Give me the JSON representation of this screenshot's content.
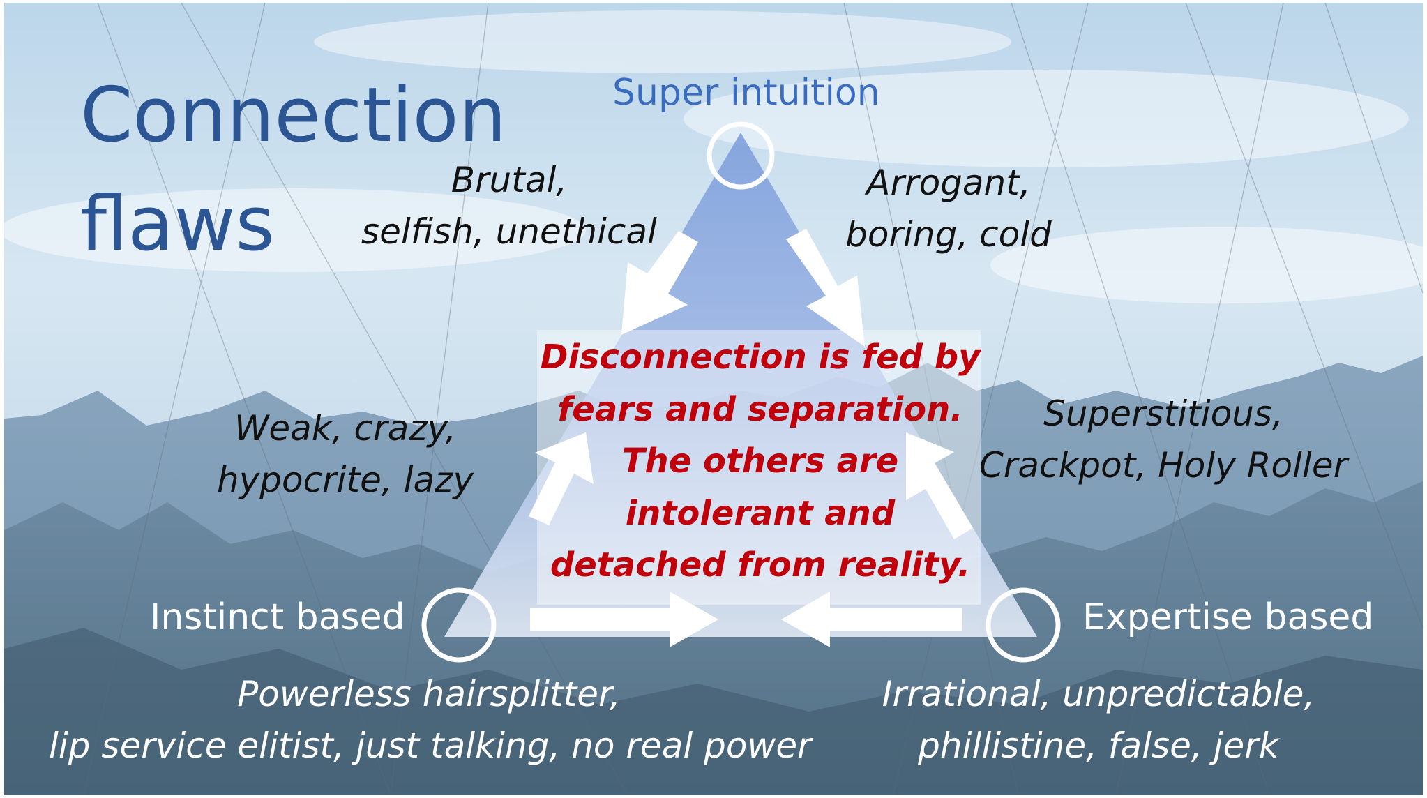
{
  "title": {
    "line1": "Connection",
    "line2": "flaws"
  },
  "nodes": {
    "top": "Super intuition",
    "left": "Instinct based",
    "right": "Expertise based"
  },
  "flaws": {
    "top_left": [
      "Brutal,",
      "selfish, unethical"
    ],
    "top_right": [
      "Arrogant,",
      "boring, cold"
    ],
    "mid_left": [
      "Weak, crazy,",
      "hypocrite, lazy"
    ],
    "mid_right": [
      "Superstitious,",
      "Crackpot, Holy Roller"
    ],
    "bottom_left": [
      "Powerless hairsplitter,",
      "lip service elitist, just talking, no real power"
    ],
    "bottom_right": [
      "Irrational, unpredictable,",
      "phillistine, false, jerk"
    ]
  },
  "center": [
    "Disconnection is fed by",
    "fears and separation.",
    "The others are",
    "intolerant and",
    "detached from reality."
  ],
  "colors": {
    "title": "#2c5594",
    "top_node_label": "#3a6cc0",
    "corner_node_labels": "#ffffff",
    "center_text": "#c0000b",
    "triangle": "#7f9fd9",
    "arrows": "#ffffff"
  }
}
